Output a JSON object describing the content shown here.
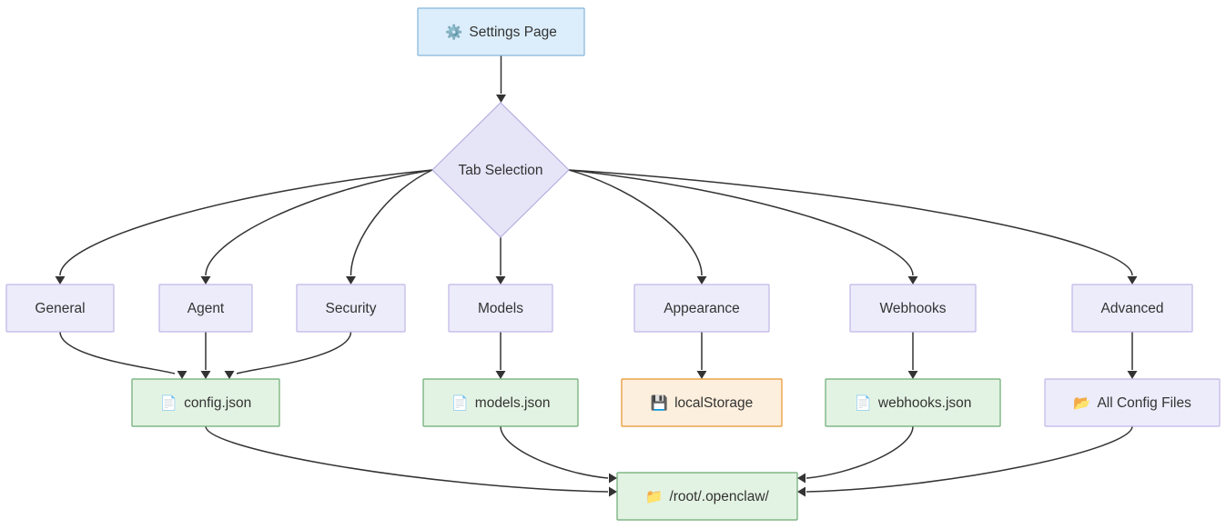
{
  "diagram": {
    "type": "flowchart",
    "direction": "top-down",
    "title": "Settings Page configuration flow",
    "colors": {
      "root_fill": "#dceefb",
      "root_stroke": "#86b5d9",
      "decision_fill": "#e6e4f7",
      "decision_stroke": "#b6aee0",
      "tab_fill": "#ececfb",
      "tab_stroke": "#c2b6e6",
      "file_fill": "#e3f3e3",
      "file_stroke": "#6aaa72",
      "storage_fill": "#fdefdd",
      "storage_stroke": "#e8932a",
      "edge": "#333333",
      "text": "#333333"
    },
    "nodes": [
      {
        "id": "settings",
        "label": "Settings Page",
        "icon": "gear-icon",
        "glyph": "⚙️",
        "shape": "rect",
        "style": "root"
      },
      {
        "id": "tabsel",
        "label": "Tab Selection",
        "icon": "",
        "glyph": "",
        "shape": "diamond",
        "style": "decision"
      },
      {
        "id": "general",
        "label": "General",
        "icon": "",
        "glyph": "",
        "shape": "rect",
        "style": "tab"
      },
      {
        "id": "agent",
        "label": "Agent",
        "icon": "",
        "glyph": "",
        "shape": "rect",
        "style": "tab"
      },
      {
        "id": "security",
        "label": "Security",
        "icon": "",
        "glyph": "",
        "shape": "rect",
        "style": "tab"
      },
      {
        "id": "models",
        "label": "Models",
        "icon": "",
        "glyph": "",
        "shape": "rect",
        "style": "tab"
      },
      {
        "id": "appearance",
        "label": "Appearance",
        "icon": "",
        "glyph": "",
        "shape": "rect",
        "style": "tab"
      },
      {
        "id": "webhooks",
        "label": "Webhooks",
        "icon": "",
        "glyph": "",
        "shape": "rect",
        "style": "tab"
      },
      {
        "id": "advanced",
        "label": "Advanced",
        "icon": "",
        "glyph": "",
        "shape": "rect",
        "style": "tab"
      },
      {
        "id": "configjson",
        "label": "config.json",
        "icon": "document-icon",
        "glyph": "📄",
        "shape": "rect",
        "style": "file"
      },
      {
        "id": "modelsjson",
        "label": "models.json",
        "icon": "document-icon",
        "glyph": "📄",
        "shape": "rect",
        "style": "file"
      },
      {
        "id": "localstorage",
        "label": "localStorage",
        "icon": "floppy-disk-icon",
        "glyph": "💾",
        "shape": "rect",
        "style": "storage"
      },
      {
        "id": "webhooksjson",
        "label": "webhooks.json",
        "icon": "document-icon",
        "glyph": "📄",
        "shape": "rect",
        "style": "file"
      },
      {
        "id": "allconfig",
        "label": "All Config Files",
        "icon": "open-folder-icon",
        "glyph": "📂",
        "shape": "rect",
        "style": "tab"
      },
      {
        "id": "openclawdir",
        "label": "/root/.openclaw/",
        "icon": "folder-icon",
        "glyph": "📁",
        "shape": "rect",
        "style": "file"
      }
    ],
    "edges": [
      {
        "from": "settings",
        "to": "tabsel"
      },
      {
        "from": "tabsel",
        "to": "general"
      },
      {
        "from": "tabsel",
        "to": "agent"
      },
      {
        "from": "tabsel",
        "to": "security"
      },
      {
        "from": "tabsel",
        "to": "models"
      },
      {
        "from": "tabsel",
        "to": "appearance"
      },
      {
        "from": "tabsel",
        "to": "webhooks"
      },
      {
        "from": "tabsel",
        "to": "advanced"
      },
      {
        "from": "general",
        "to": "configjson"
      },
      {
        "from": "agent",
        "to": "configjson"
      },
      {
        "from": "security",
        "to": "configjson"
      },
      {
        "from": "models",
        "to": "modelsjson"
      },
      {
        "from": "appearance",
        "to": "localstorage"
      },
      {
        "from": "webhooks",
        "to": "webhooksjson"
      },
      {
        "from": "advanced",
        "to": "allconfig"
      },
      {
        "from": "configjson",
        "to": "openclawdir"
      },
      {
        "from": "modelsjson",
        "to": "openclawdir"
      },
      {
        "from": "webhooksjson",
        "to": "openclawdir"
      },
      {
        "from": "allconfig",
        "to": "openclawdir"
      }
    ]
  }
}
